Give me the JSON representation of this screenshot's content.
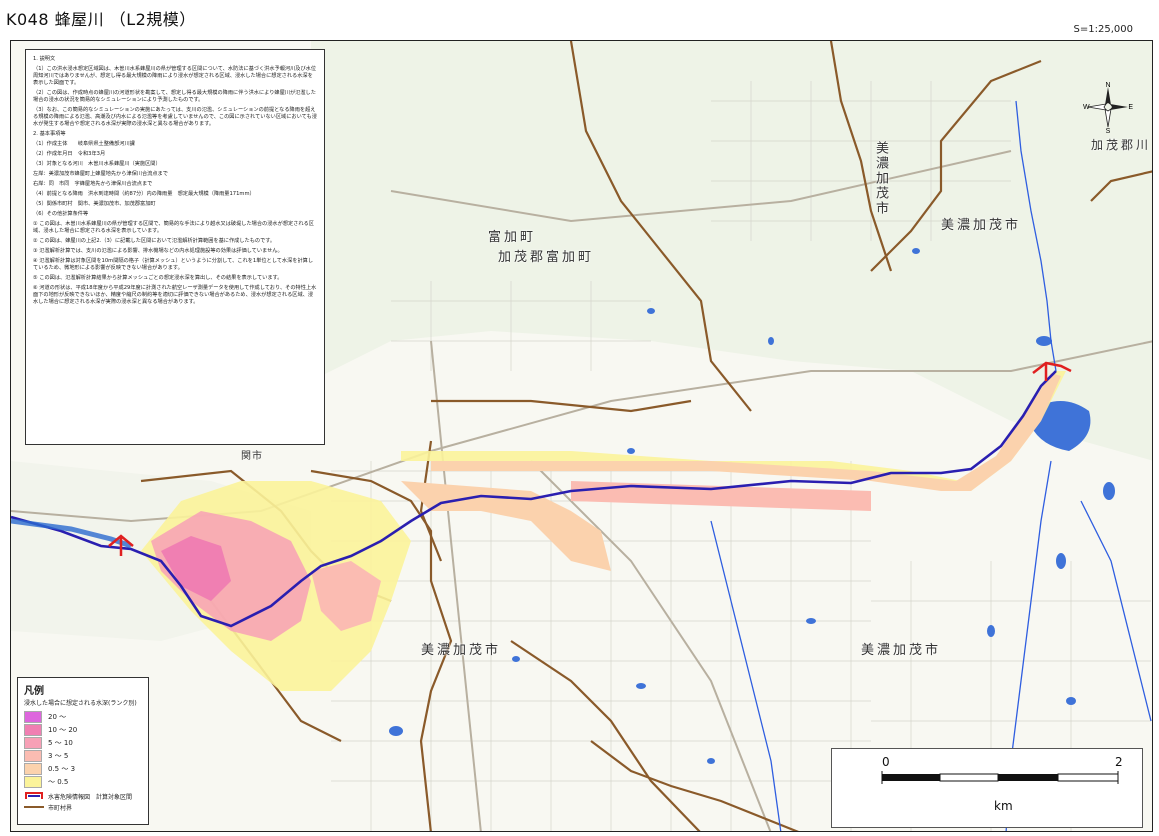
{
  "title": "K048  蜂屋川 （L2規模）",
  "scale": "S=1:25,000",
  "places": {
    "mino_kamo_upper": "美濃加茂市",
    "mino_kamo_right": "美濃加茂市",
    "mino_kamo_center": "美濃加茂市",
    "mino_kamo_lower_right": "美濃加茂市",
    "tomika_town": "富加町",
    "kamo_gun_tomika": "加茂郡富加町",
    "kamo_gun_top_right": "加茂郡川",
    "seki": "関市"
  },
  "notes": {
    "sec1_head": "1. 説明文",
    "sec1_p1": "（1）この洪水浸水想定区域図は、木曽川水系蜂屋川の県が管理する区間について、水防法に基づく洪水予報河川及び水位周知河川ではありませんが、想定し得る最大規模の降雨により浸水が想定される区域、浸水した場合に想定される水深を表示した図面です。",
    "sec1_p2": "（2）この図は、作成時点の蜂屋川の河道形状を勘案して、想定し得る最大規模の降雨に伴う洪水により蜂屋川が氾濫した場合の浸水の状況を簡易的なシミュレーションにより予測したものです。",
    "sec1_p3": "（3）なお、この簡易的なシミュレーションの実施にあたっては、支川の氾濫、シミュレーションの前提となる降雨を超える規模の降雨による氾濫、高潮及び内水による氾濫等を考慮していませんので、この図に示されていない区域においても浸水が発生する場合や想定される水深が実際の浸水深と異なる場合があります。",
    "sec2_head": "2. 基本事項等",
    "sec2_l1": "（1）作成主体　　岐阜県県土整備部河川課",
    "sec2_l2": "（2）作成年月日　令和3年3月",
    "sec2_l3": "（3）対象となる河川　木曽川水系蜂屋川（実施区間）",
    "sec2_l4": "左岸：美濃加茂市蜂屋町上蜂屋地先から津保川合流点まで",
    "sec2_l5": "右岸：同　市同　字蜂屋地先から津保川合流点まで",
    "sec2_l6": "（4）前提となる降雨　洪水到達時間（約87分）内の降雨量　想定最大規模（降雨量171mm）",
    "sec2_l7": "（5）関係市町村　関市、美濃加茂市、加茂郡富加町",
    "sec3_head": "（6）その他計算条件等",
    "sec3_p1": "① この図は、木曽川水系蜂屋川の県が管理する区間で、簡易的な手法により越水又は破堤した場合の浸水が想定される区域、浸水した場合に想定される水深を表示しています。",
    "sec3_p2": "② この図は、蜂屋川の上記2.（3）に記載した区間において氾濫解析計算範囲を基に作成したものです。",
    "sec3_p3": "③ 氾濫解析計算では、支川の氾濫による影響、排水機場などの内水処理施設等の効果は評価していません。",
    "sec3_p4": "④ 氾濫解析計算は対象区間を10m間隔の格子（計算メッシュ）というように分割して、これを1単位として水深を計算しているため、微地形による影響が反映できない場合があります。",
    "sec3_p5": "⑤ この図は、氾濫解析計算結果から計算メッシュごとの想定浸水深を算出し、その結果を表示しています。",
    "sec3_p6": "⑥ 河道の形状は、平成18年度から平成29年度に計測された航空レーザ測量データを使用して作成しており、その特性上水面下の地形が反映できないほか、精度や縮尺の制約等を適切に評価できない場合があるため、浸水が想定される区域、浸水した場合に想定される水深が実際の浸水深と異なる場合があります。"
  },
  "legend": {
    "title": "凡例",
    "subtitle": "浸水した場合に想定される水深(ランク別)",
    "ranks": [
      {
        "label": "20 ～",
        "color": "#dd66dd"
      },
      {
        "label": "10 ～ 20",
        "color": "#f07fb2"
      },
      {
        "label": "5 ～ 10",
        "color": "#f7a0b6"
      },
      {
        "label": "3 ～ 5",
        "color": "#fbbcb2"
      },
      {
        "label": "0.5 ～ 3",
        "color": "#fbd2ad"
      },
      {
        "label": "～ 0.5",
        "color": "#fbf39a"
      }
    ],
    "target_section": "水害危険情報図　計算対象区間",
    "boundary": "市町村界"
  },
  "scalebar": {
    "start": "0",
    "end": "2",
    "unit": "km"
  },
  "compass": {
    "n": "N",
    "s": "S",
    "e": "E",
    "w": "W"
  }
}
